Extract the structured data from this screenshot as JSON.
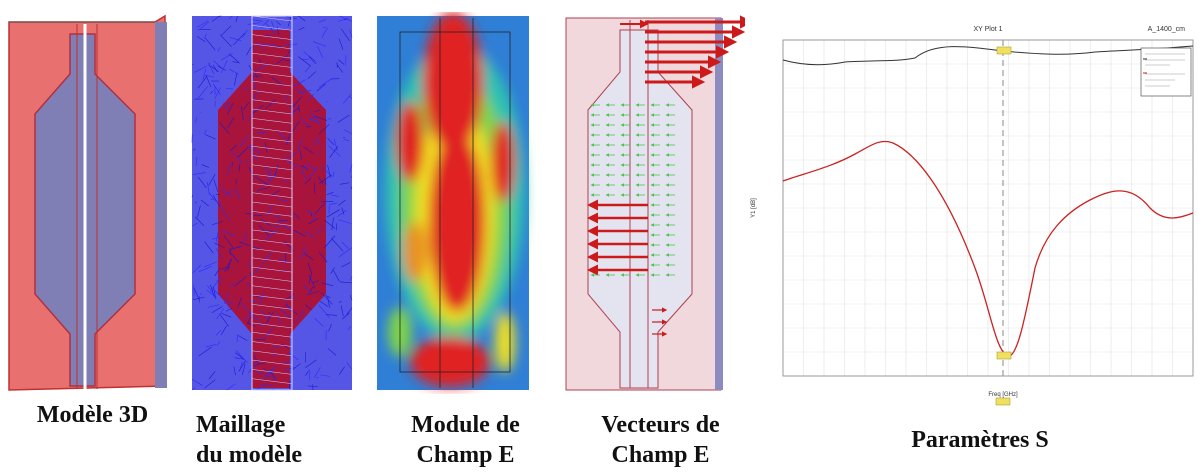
{
  "panels": [
    {
      "caption_line1": "Modèle 3D",
      "caption_line2": ""
    },
    {
      "caption_line1": "Maillage",
      "caption_line2": "du modèle"
    },
    {
      "caption_line1": "Module de",
      "caption_line2": "Champ E"
    },
    {
      "caption_line1": "Vecteurs de",
      "caption_line2": "Champ E"
    },
    {
      "caption_line1": "Paramètres S",
      "caption_line2": ""
    }
  ],
  "plot": {
    "title": "XY Plot 1",
    "corner_label": "A_1400_cm",
    "xlabel": "Freq [GHz]",
    "ylabel": "Y1 [dB]",
    "marker_label": "m1"
  },
  "colors": {
    "model_red": "#e8716f",
    "model_blue": "#7f7fb5",
    "mesh_blue": "#2323d8",
    "mesh_red": "#a8143c",
    "curve_red": "#cc2222",
    "curve_dark": "#333333",
    "arrow_red": "#cc1a1a",
    "arrow_green": "#55c055"
  }
}
